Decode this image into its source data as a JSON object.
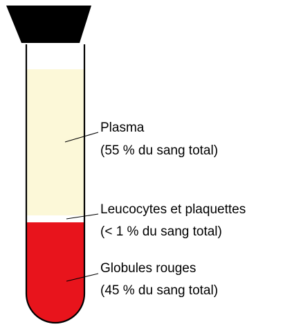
{
  "diagram": {
    "colors": {
      "stopper": "#000000",
      "plasma": "#fcf8d8",
      "buffy_coat": "#ffffff",
      "red_cells": "#e8141c",
      "tube_outline": "#000000"
    },
    "layers": [
      {
        "id": "plasma",
        "line1": "Plasma",
        "line2": "(55 % du sang total)"
      },
      {
        "id": "buffy",
        "line1": "Leucocytes et plaquettes",
        "line2": "(< 1 % du sang total)"
      },
      {
        "id": "red",
        "line1": "Globules rouges",
        "line2": "(45 % du sang total)"
      }
    ]
  }
}
